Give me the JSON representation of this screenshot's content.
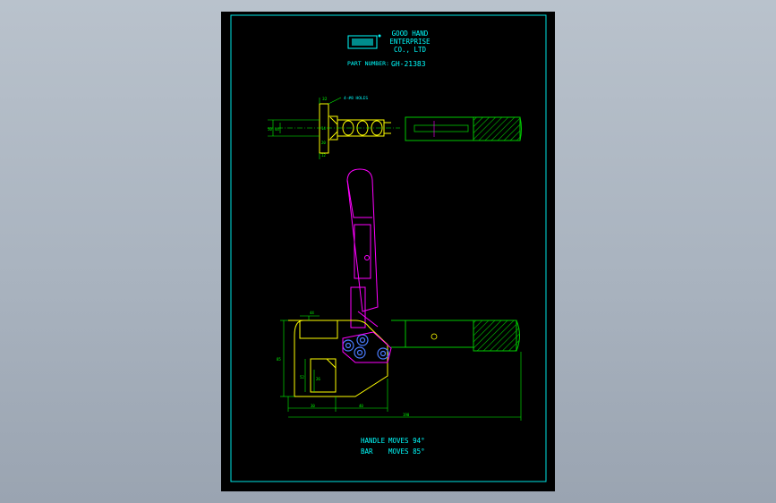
{
  "title_block": {
    "company_line1": "GOOD HAND",
    "company_line2": "ENTERPRISE",
    "company_line3": "CO., LTD",
    "part_number_label": "PART NUMBER:",
    "part_number_value": "GH-21383"
  },
  "dimensions": {
    "top_hole_note": "4-#8 HOLES",
    "top_d1": "32",
    "top_d2": "50",
    "top_d3": "44",
    "top_d4": "14",
    "top_d5": "20",
    "top_d6": "12",
    "front_44": "44",
    "front_85": "85",
    "front_52": "52",
    "front_26": "26",
    "front_30": "30",
    "front_40": "40",
    "front_190": "190"
  },
  "notes": {
    "handle_label": "HANDLE",
    "handle_text": "MOVES 94°",
    "bar_label": "BAR",
    "bar_text": "MOVES 85°"
  },
  "colors": {
    "frame": "#00e5e5",
    "text": "#00ffff",
    "hatch": "#00c800",
    "dim": "#00ff00",
    "handle": "#ff00ff",
    "body": "#ffff00",
    "pins": "#4a7cff"
  }
}
